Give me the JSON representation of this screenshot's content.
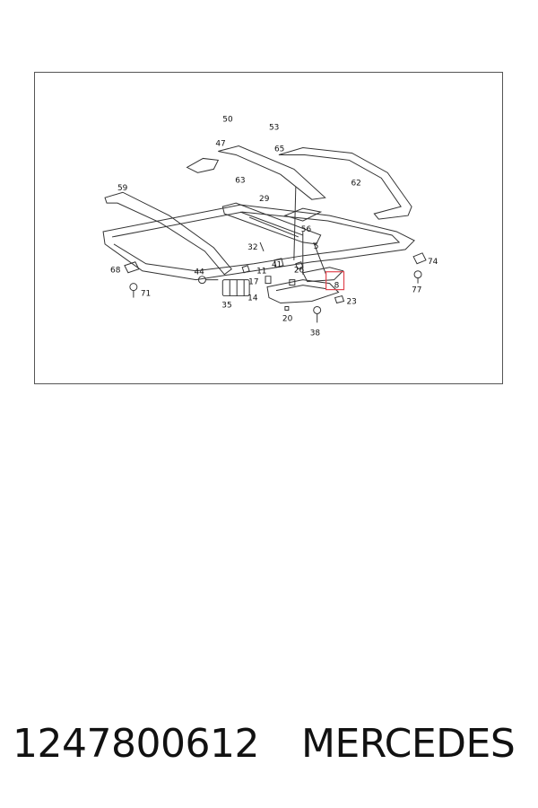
{
  "diagram": {
    "labels": {
      "p50": "50",
      "p53": "53",
      "p47": "47",
      "p65": "65",
      "p63": "63",
      "p62": "62",
      "p59": "59",
      "p29": "29",
      "p56": "56",
      "p32": "32",
      "p5": "5",
      "p41": "41",
      "p74": "74",
      "p68": "68",
      "p44": "44",
      "p11": "11",
      "p26": "26",
      "p77": "77",
      "p17": "17",
      "p8": "8",
      "p71": "71",
      "p14": "14",
      "p23": "23",
      "p35": "35",
      "p20": "20",
      "p38": "38"
    },
    "highlight_color": "#e0454f"
  },
  "footer": {
    "part_number": "1247800612",
    "brand": "MERCEDES"
  }
}
